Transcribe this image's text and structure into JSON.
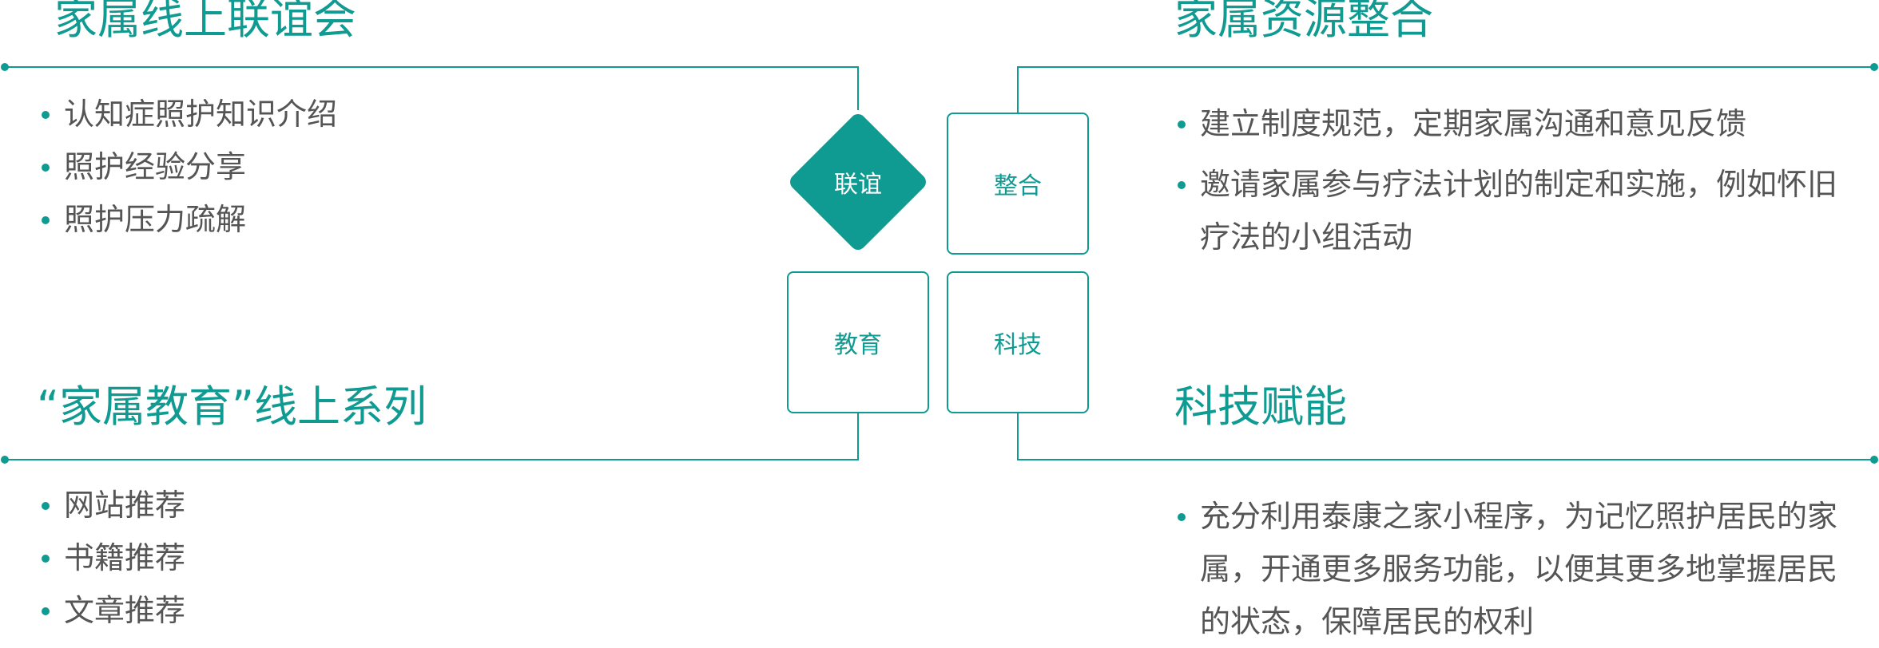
{
  "colors": {
    "accent": "#0f9a92",
    "text": "#555555"
  },
  "sections": {
    "top_left": {
      "title": "家属线上联谊会",
      "items": [
        "认知症照护知识介绍",
        "照护经验分享",
        "照护压力疏解"
      ]
    },
    "top_right": {
      "title": "家属资源整合",
      "items": [
        "建立制度规范，定期家属沟通和意见反馈",
        "邀请家属参与疗法计划的制定和实施，例如怀旧疗法的小组活动"
      ]
    },
    "bottom_left": {
      "title": "“家属教育”线上系列",
      "items": [
        "网站推荐",
        "书籍推荐",
        "文章推荐"
      ]
    },
    "bottom_right": {
      "title": "科技赋能",
      "items": [
        "充分利用泰康之家小程序，为记忆照护居民的家属，开通更多服务功能，以便其更多地掌握居民的状态，保障居民的权利"
      ]
    }
  },
  "nodes": {
    "top_left": "联谊",
    "top_right": "整合",
    "bottom_left": "教育",
    "bottom_right": "科技"
  }
}
